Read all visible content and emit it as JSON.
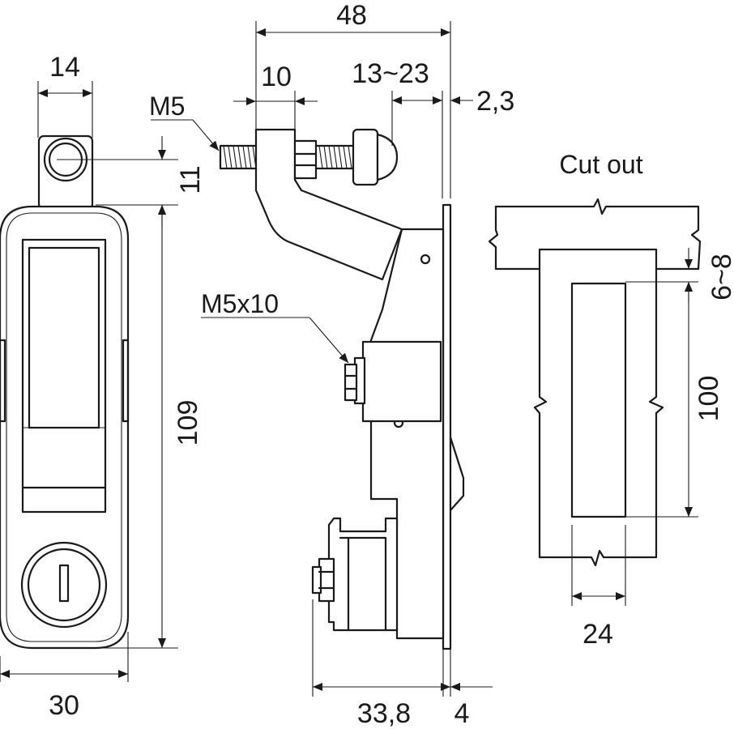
{
  "dimensions": {
    "overall_depth": "48",
    "screw_offset": "10",
    "grip_range": "13~23",
    "flange": "2,3",
    "handle_width_top": "14",
    "top_height": "11",
    "body_height": "109",
    "body_width": "30",
    "base_depth": "33,8",
    "plate_thickness": "4",
    "cutout_range": "6~8",
    "cutout_height": "100",
    "cutout_width": "24"
  },
  "labels": {
    "thread_main": "M5",
    "thread_secondary": "M5x10",
    "cutout_title": "Cut out"
  },
  "colors": {
    "line": "#1a1a1a",
    "background": "#ffffff"
  }
}
